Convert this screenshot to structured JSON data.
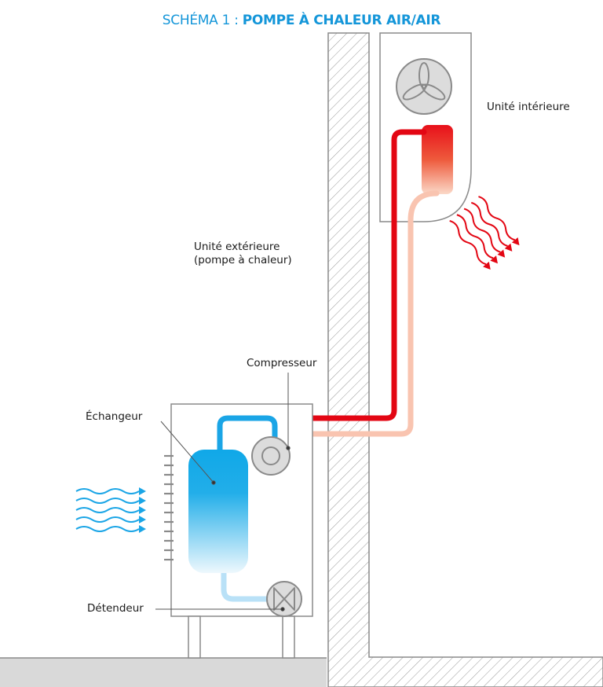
{
  "title": {
    "prefix": "SCHÉMA 1 : ",
    "main": "POMPE À CHALEUR AIR/AIR"
  },
  "labels": {
    "indoor_unit": "Unité intérieure",
    "outdoor_unit_line1": "Unité extérieure",
    "outdoor_unit_line2": "(pompe à chaleur)",
    "compressor": "Compresseur",
    "exchanger": "Échangeur",
    "expansion_valve": "Détendeur"
  },
  "colors": {
    "title_accent": "#1496d9",
    "hot_pipe": "#e30613",
    "warm_pipe": "#f9c4b0",
    "cold_pipe": "#1aa5e6",
    "cool_pipe": "#b9e1f7",
    "cold_air": "#1aa5e6",
    "hot_air": "#e30613",
    "ground": "#d9d9d9",
    "outline": "#8a8a8a"
  },
  "icons": [
    "fan-icon",
    "compressor-icon",
    "expansion-valve-icon",
    "air-flow-waves-icon"
  ]
}
